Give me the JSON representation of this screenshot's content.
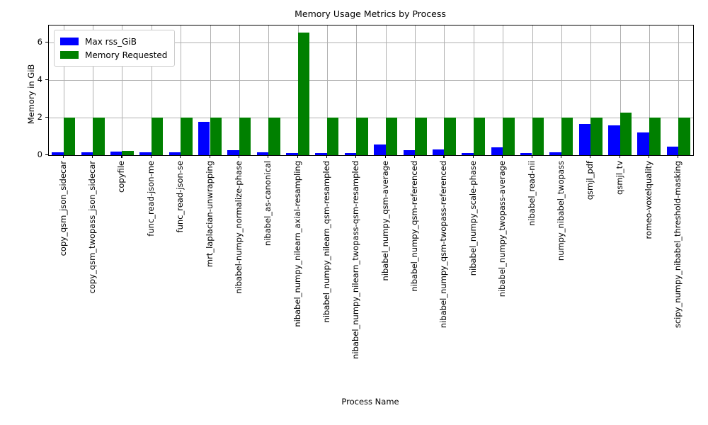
{
  "chart_data": {
    "type": "bar",
    "title": "Memory Usage Metrics by Process",
    "xlabel": "Process Name",
    "ylabel": "Memory in GiB",
    "ylim": [
      0,
      6.9
    ],
    "yticks": [
      0,
      2,
      4,
      6
    ],
    "ytick_labels": [
      "0",
      "2",
      "4",
      "6"
    ],
    "grid": true,
    "legend_position": "upper left",
    "categories": [
      "copy_qsm_json_sidecar",
      "copy_qsm_twopass_json_sidecar",
      "copyfile",
      "func_read-json-me",
      "func_read-json-se",
      "mrt_laplacian-unwrapping",
      "nibabel-numpy_normalize-phase",
      "nibabel_as-canonical",
      "nibabel_numpy_nilearn_axial-resampling",
      "nibabel_numpy_nilearn_qsm-resampled",
      "nibabel_numpy_nilearn_twopass-qsm-resampled",
      "nibabel_numpy_qsm-average",
      "nibabel_numpy_qsm-referenced",
      "nibabel_numpy_qsm-twopass-referenced",
      "nibabel_numpy_scale-phase",
      "nibabel_numpy_twopass-average",
      "nibabel_read-nii",
      "numpy_nibabel_twopass",
      "qsmjl_pdf",
      "qsmjl_tv",
      "romeo-voxelquality",
      "scipy_numpy_nibabel_threshold-masking"
    ],
    "series": [
      {
        "name": "Max rss_GiB",
        "color": "#0000ff",
        "values": [
          0.14,
          0.14,
          0.18,
          0.14,
          0.14,
          1.77,
          0.26,
          0.14,
          0.13,
          0.13,
          0.13,
          0.55,
          0.25,
          0.32,
          0.13,
          0.43,
          0.13,
          0.17,
          1.66,
          1.58,
          1.19,
          0.47
        ]
      },
      {
        "name": "Memory Requested",
        "color": "#008000",
        "values": [
          2.0,
          2.0,
          0.22,
          2.0,
          2.0,
          2.0,
          2.0,
          2.0,
          6.53,
          2.0,
          2.0,
          2.0,
          2.0,
          2.0,
          2.0,
          2.0,
          2.0,
          2.0,
          2.0,
          2.26,
          2.0,
          2.0
        ]
      }
    ]
  }
}
